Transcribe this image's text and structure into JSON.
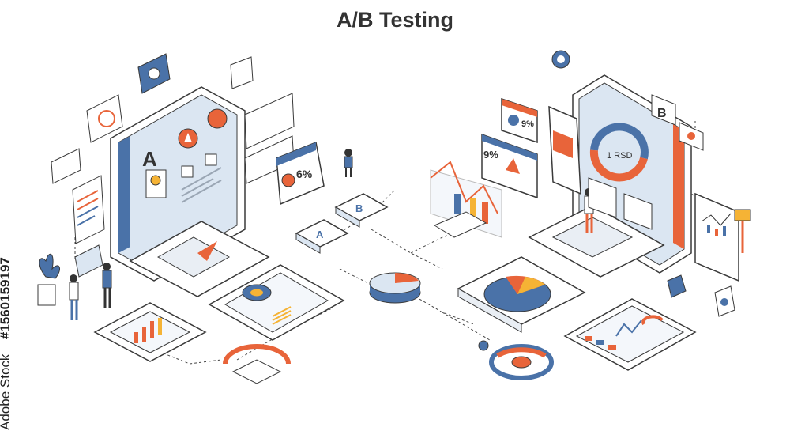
{
  "title": "A/B Testing",
  "watermark": {
    "brand": "Adobe Stock",
    "id": "#1560159197"
  },
  "labels": {
    "left_screen_letter": "A",
    "right_screen_letter": "B",
    "left_card_percent": "6%",
    "right_card_percent": "9%",
    "right_panel_percent": "9%",
    "donut_value": "1 RSD",
    "tile_a": "A",
    "tile_b": "B"
  },
  "colors": {
    "accent_orange": "#e8643a",
    "accent_blue": "#4a72a8",
    "light_blue": "#dbe6f2",
    "outline": "#3a3a3a",
    "yellow": "#f5b335"
  }
}
